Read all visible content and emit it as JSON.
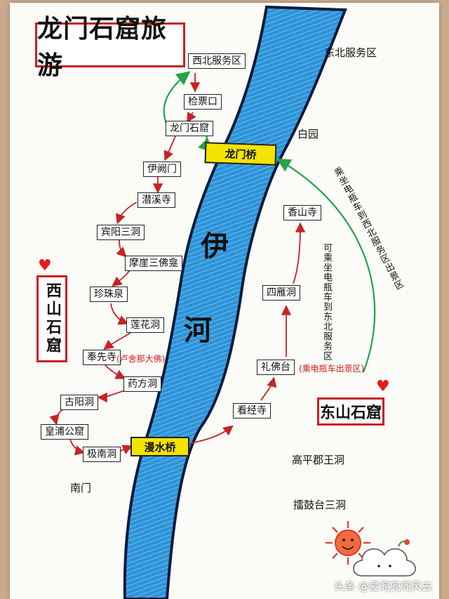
{
  "title": "龙门石窟旅游",
  "river": {
    "line1": "伊",
    "line2": "河"
  },
  "west_label": "西山石窟",
  "east_label": "东山石窟",
  "bridges": {
    "longmen": "龙门桥",
    "manshui": "漫水桥"
  },
  "west_spots": [
    "西北服务区",
    "检票口",
    "龙门石窟",
    "伊阙门",
    "潜溪寺",
    "宾阳三洞",
    "摩崖三佛龛",
    "珍珠泉",
    "莲花洞",
    "奉先寺",
    "药方洞",
    "古阳洞",
    "皇浦公窟",
    "极南洞"
  ],
  "south_gate": "南门",
  "east_spots": [
    "东北服务区",
    "白园",
    "香山寺",
    "四雁洞",
    "礼佛台",
    "看经寺",
    "高平郡王洞",
    "擂鼓台三洞"
  ],
  "notes": {
    "fengxian": "(卢舍那大佛)",
    "lifo": "(乘电瓶车出景区)"
  },
  "routes": {
    "green_long": "乘坐电瓶车到西北服务区出景区",
    "green_short": "可乘坐电瓶车到东北服务区"
  },
  "watermark": "头条 @爱兜兜兜风去",
  "colors": {
    "river": "#2f93d8",
    "river_outline": "#0c1b3a",
    "red_arrow": "#c62424",
    "green_arrow": "#24a34a",
    "bridge": "#f4e300"
  }
}
